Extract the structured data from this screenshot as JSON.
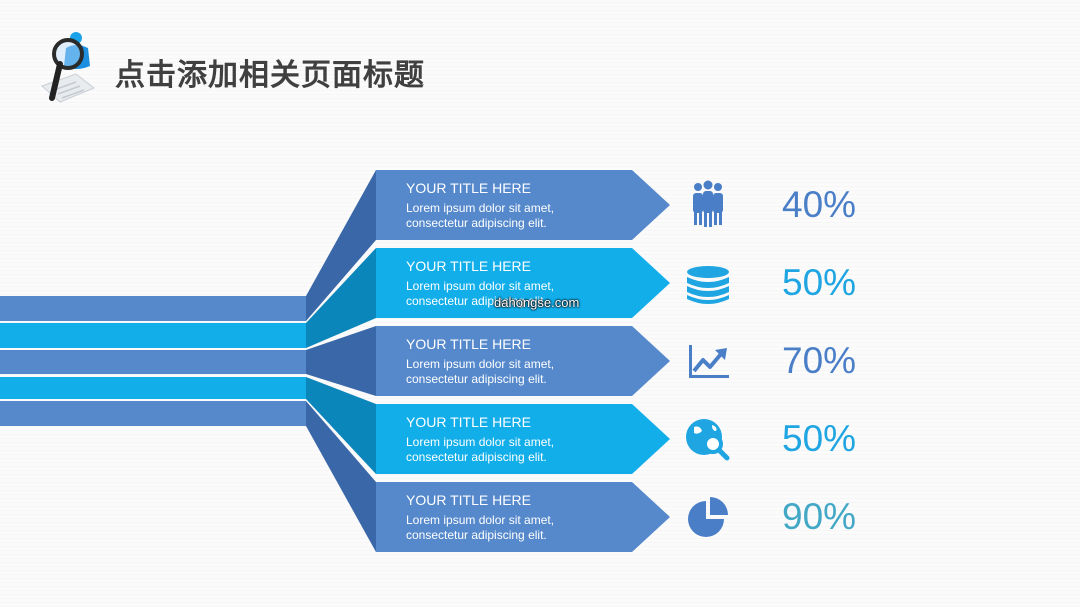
{
  "slide": {
    "title": "点击添加相关页面标题",
    "logo_icon": "magnifier-on-user-icon"
  },
  "colors": {
    "blue": "#5589cc",
    "cyan": "#11aeea",
    "blue_dark": "#3a67a8",
    "cyan_dark": "#0a86ba",
    "pct_blue": "#4a7fc8",
    "pct_cyan": "#1ea5e2",
    "pct_teal": "#43a8c6"
  },
  "rows": [
    {
      "title": "YOUR TITLE HERE",
      "desc1": "Lorem ipsum dolor sit amet,",
      "desc2": "consectetur adipiscing elit.",
      "icon": "people-group-icon",
      "percent": "40%",
      "percent_value": 40,
      "color": "blue"
    },
    {
      "title": "YOUR TITLE HERE",
      "desc1": "Lorem ipsum dolor sit amet,",
      "desc2": "consectetur adipiscing elit.",
      "icon": "coin-stack-icon",
      "percent": "50%",
      "percent_value": 50,
      "color": "cyan"
    },
    {
      "title": "YOUR TITLE HERE",
      "desc1": "Lorem ipsum dolor sit amet,",
      "desc2": "consectetur adipiscing elit.",
      "icon": "trend-chart-icon",
      "percent": "70%",
      "percent_value": 70,
      "color": "blue"
    },
    {
      "title": "YOUR TITLE HERE",
      "desc1": "Lorem ipsum dolor sit amet,",
      "desc2": "consectetur adipiscing elit.",
      "icon": "globe-search-icon",
      "percent": "50%",
      "percent_value": 50,
      "color": "cyan"
    },
    {
      "title": "YOUR TITLE HERE",
      "desc1": "Lorem ipsum dolor sit amet,",
      "desc2": "consectetur adipiscing elit.",
      "icon": "pie-chart-icon",
      "percent": "90%",
      "percent_value": 90,
      "color": "teal"
    }
  ],
  "watermark": "dahongse.com"
}
